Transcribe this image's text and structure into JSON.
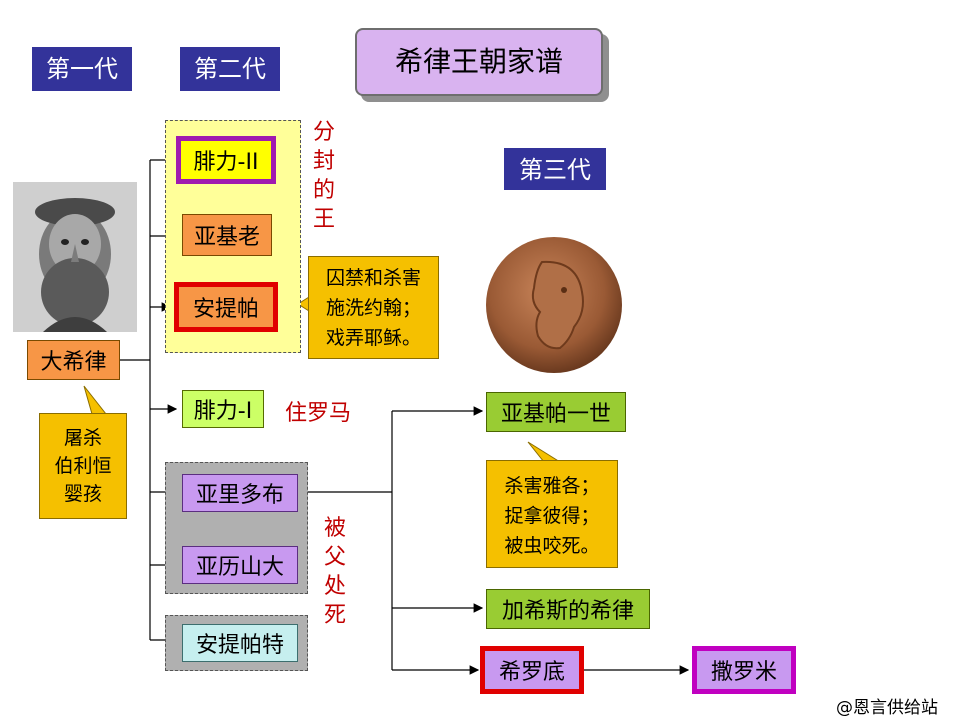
{
  "title": "希律王朝家谱",
  "generations": {
    "first": "第一代",
    "second": "第二代",
    "third": "第三代"
  },
  "people": {
    "herod_great": "大希律",
    "philip2": "腓力-II",
    "archelaus": "亚基老",
    "antipas": "安提帕",
    "philip1": "腓力-I",
    "aristobulus": "亚里多布",
    "alexander": "亚历山大",
    "antipater": "安提帕特",
    "agrippa1": "亚基帕一世",
    "herod_chalcis": "加希斯的希律",
    "herodias": "希罗底",
    "salome": "撒罗米"
  },
  "labels": {
    "tetrarchs": "分封的王",
    "rome": "住罗马",
    "killed_by_father": "被父处死"
  },
  "notes": {
    "herod_great": [
      "屠杀",
      "伯利恒",
      "婴孩"
    ],
    "antipas": [
      "囚禁和杀害",
      "施洗约翰；",
      "戏弄耶稣。"
    ],
    "agrippa1": [
      "杀害雅各；",
      "捉拿彼得；",
      "被虫咬死。"
    ]
  },
  "images": {
    "portrait": "herod-portrait-image",
    "coin": "bronze-coin-image"
  },
  "watermark": "@恩言供给站"
}
